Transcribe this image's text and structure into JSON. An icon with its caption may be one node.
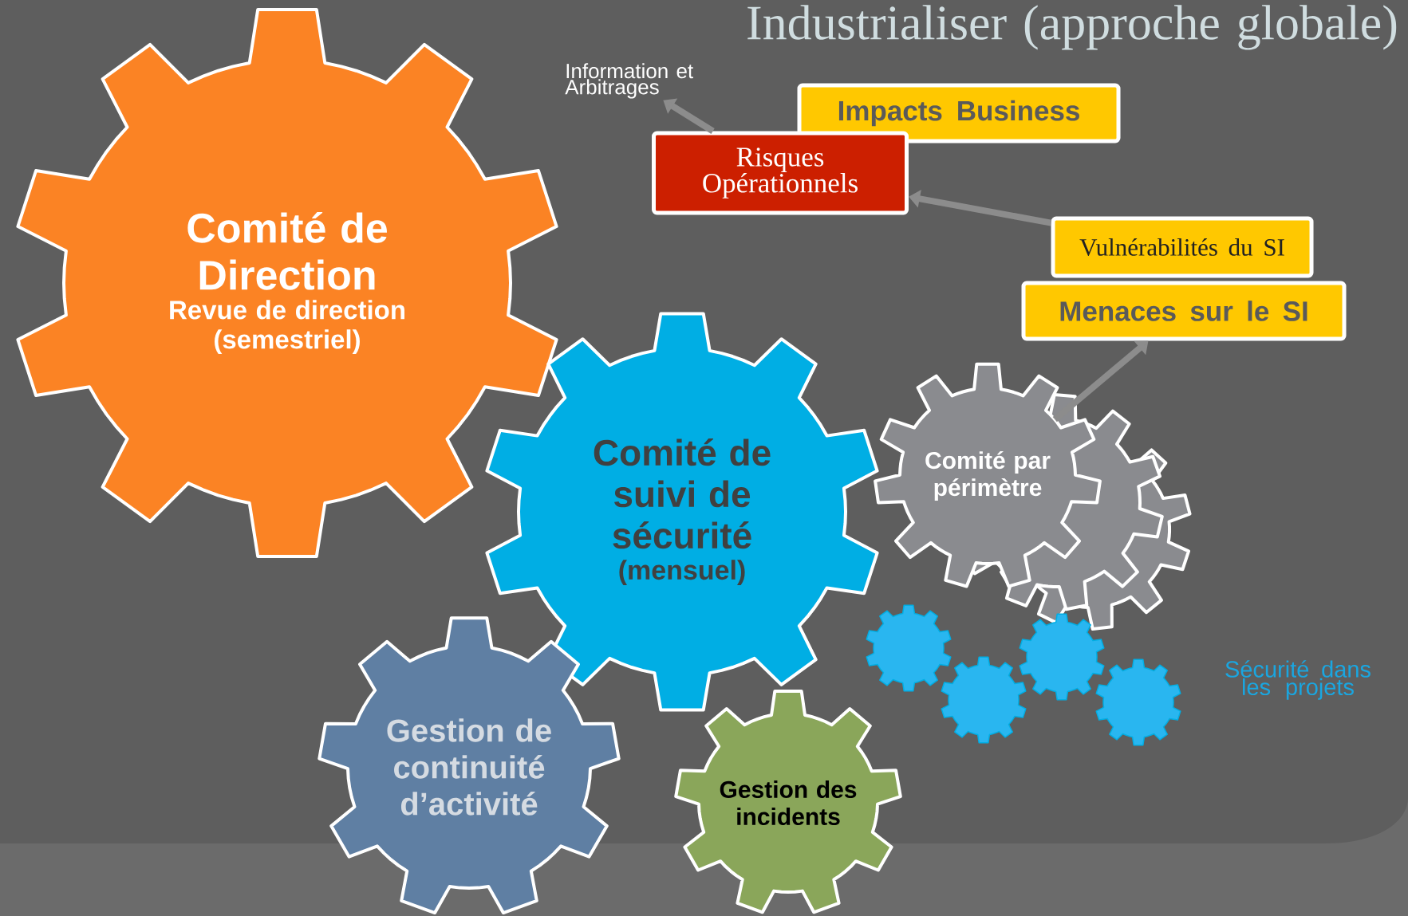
{
  "diagram": {
    "title": "Industrialiser (approche globale)",
    "nodes": [
      {
        "text": [
          "Comité de Direction",
          "Revue de direction (semestriel)"
        ]
      },
      {
        "text": [
          "Information et Arbitrages"
        ]
      },
      {
        "text": [
          "Impacts Business"
        ]
      },
      {
        "text": [
          "Risques Opérationnels"
        ]
      },
      {
        "text": [
          "Vulnérabilités du SI"
        ]
      },
      {
        "text": [
          "Menaces sur le SI"
        ]
      },
      {
        "text": [
          "Comité de suivi de sécurité",
          "(mensuel)"
        ]
      },
      {
        "text": [
          "Comité par périmètre"
        ]
      },
      {
        "text": [
          "Gestion de continuité d’activité"
        ]
      },
      {
        "text": [
          "Gestion des incidents"
        ]
      },
      {
        "text": [],
        "shape": "gear"
      },
      {
        "text": [],
        "shape": "gear"
      },
      {
        "text": [],
        "shape": "gear"
      },
      {
        "text": [],
        "shape": "gear"
      }
    ],
    "edges": [
      {
        "from": 3,
        "to": 1,
        "arrow": "to"
      },
      {
        "from": 4,
        "to": 3,
        "arrow": "to"
      },
      {
        "from": 7,
        "to": 5,
        "arrow": "to"
      }
    ],
    "labels": [
      "Sécurité dans les projets"
    ]
  }
}
